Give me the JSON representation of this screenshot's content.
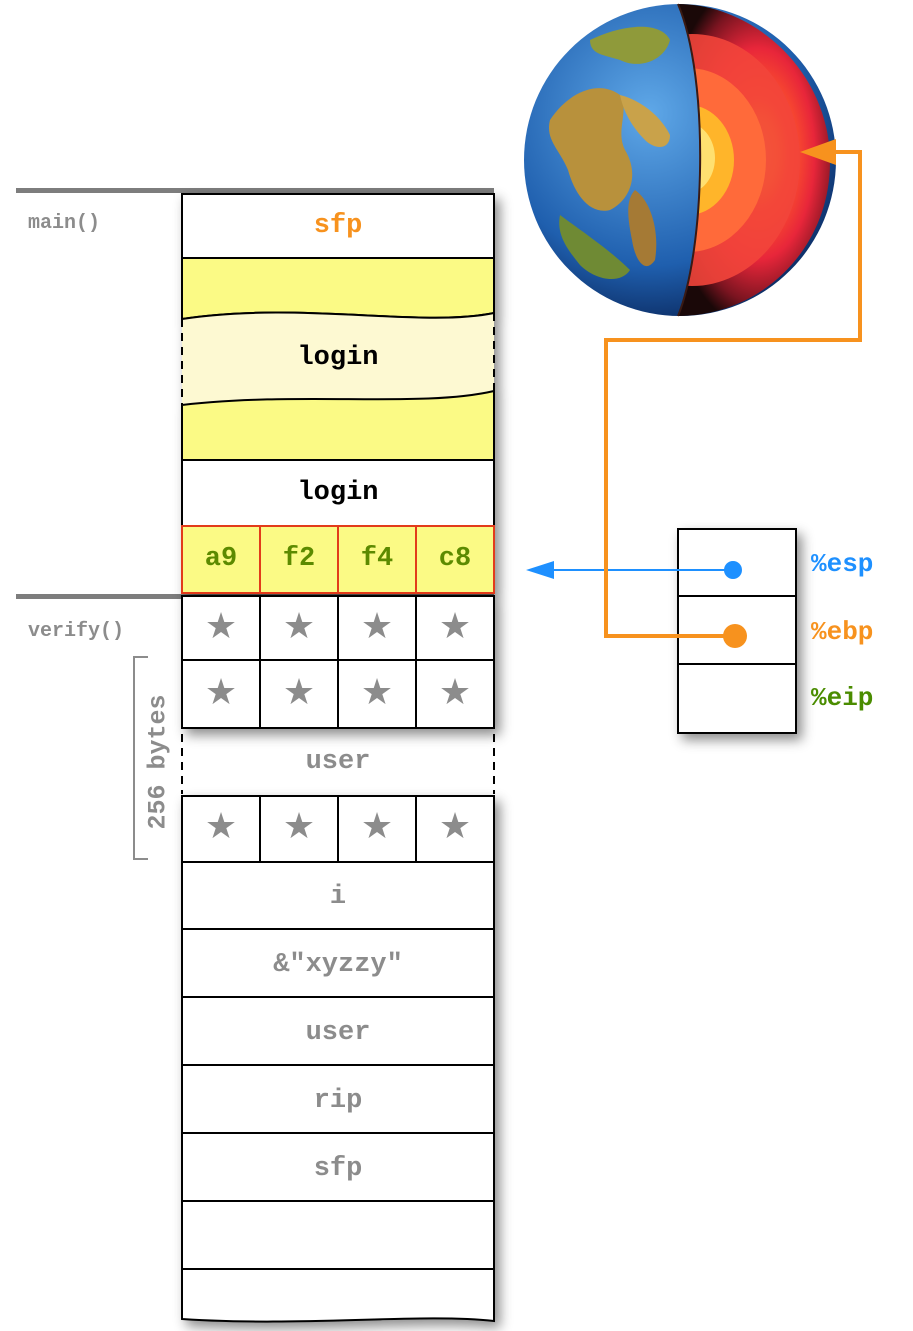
{
  "frames": {
    "main_label": "main()",
    "verify_label": "verify()"
  },
  "stack": {
    "sfp_top": "sfp",
    "login_buffer": "login",
    "login_ptr": "login",
    "bytes": [
      "a9",
      "f2",
      "f4",
      "c8"
    ],
    "star_glyph": "★",
    "user_buffer": "user",
    "i": "i",
    "xyzzy_ptr": "&\"xyzzy\"",
    "user_ptr": "user",
    "rip": "rip",
    "sfp_bottom": "sfp"
  },
  "brace_label": "256 bytes",
  "registers": {
    "esp": "%esp",
    "ebp": "%ebp",
    "eip": "%eip"
  },
  "colors": {
    "esp": "#1e90ff",
    "ebp": "#f7921e",
    "eip": "#4a8c00",
    "sfp": "#f7921e",
    "byte_highlight": "#fbfa85",
    "byte_border": "#e23b1a",
    "gray_text": "#8c8c8c"
  },
  "icons": {
    "earth": "earth-core-icon"
  }
}
